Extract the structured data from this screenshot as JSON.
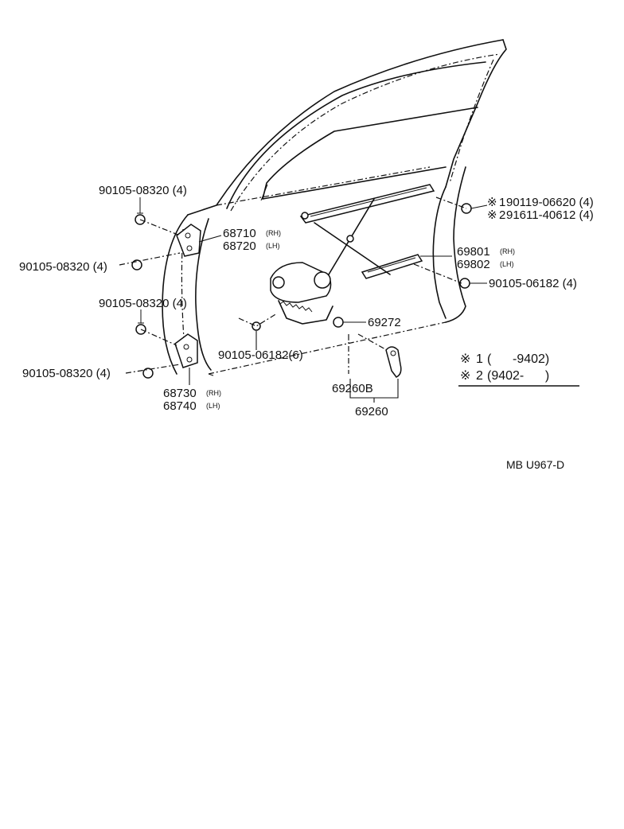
{
  "parts": {
    "bolt_upper_hinge_top": "90105-08320 (4)",
    "bolt_upper_hinge_side": "90105-08320 (4)",
    "upper_hinge_rh": "68710",
    "upper_hinge_lh": "68720",
    "bolt_lower_hinge_top": "90105-08320 (4)",
    "bolt_lower_hinge_side": "90105-08320 (4)",
    "lower_hinge_rh": "68730",
    "lower_hinge_lh": "68740",
    "regulator_bolt_a": "90119-06620 (4)",
    "regulator_bolt_b": "91611-40612 (4)",
    "regulator_rh": "69801",
    "regulator_lh": "69802",
    "regulator_bolt_c": "90105-06182 (4)",
    "motor_bolt": "90105-06182(6)",
    "grommet": "69272",
    "handle_sub": "69260B",
    "handle": "69260"
  },
  "side_labels": {
    "rh": "(RH)",
    "lh": "(LH)"
  },
  "notes": {
    "mark": "※",
    "note1_num": "1",
    "note1_range": "(      -9402)",
    "note2_num": "2",
    "note2_range": "(9402-      )",
    "ref_num_1": "1",
    "ref_num_2": "2"
  },
  "reference_code": "MB U967-D"
}
